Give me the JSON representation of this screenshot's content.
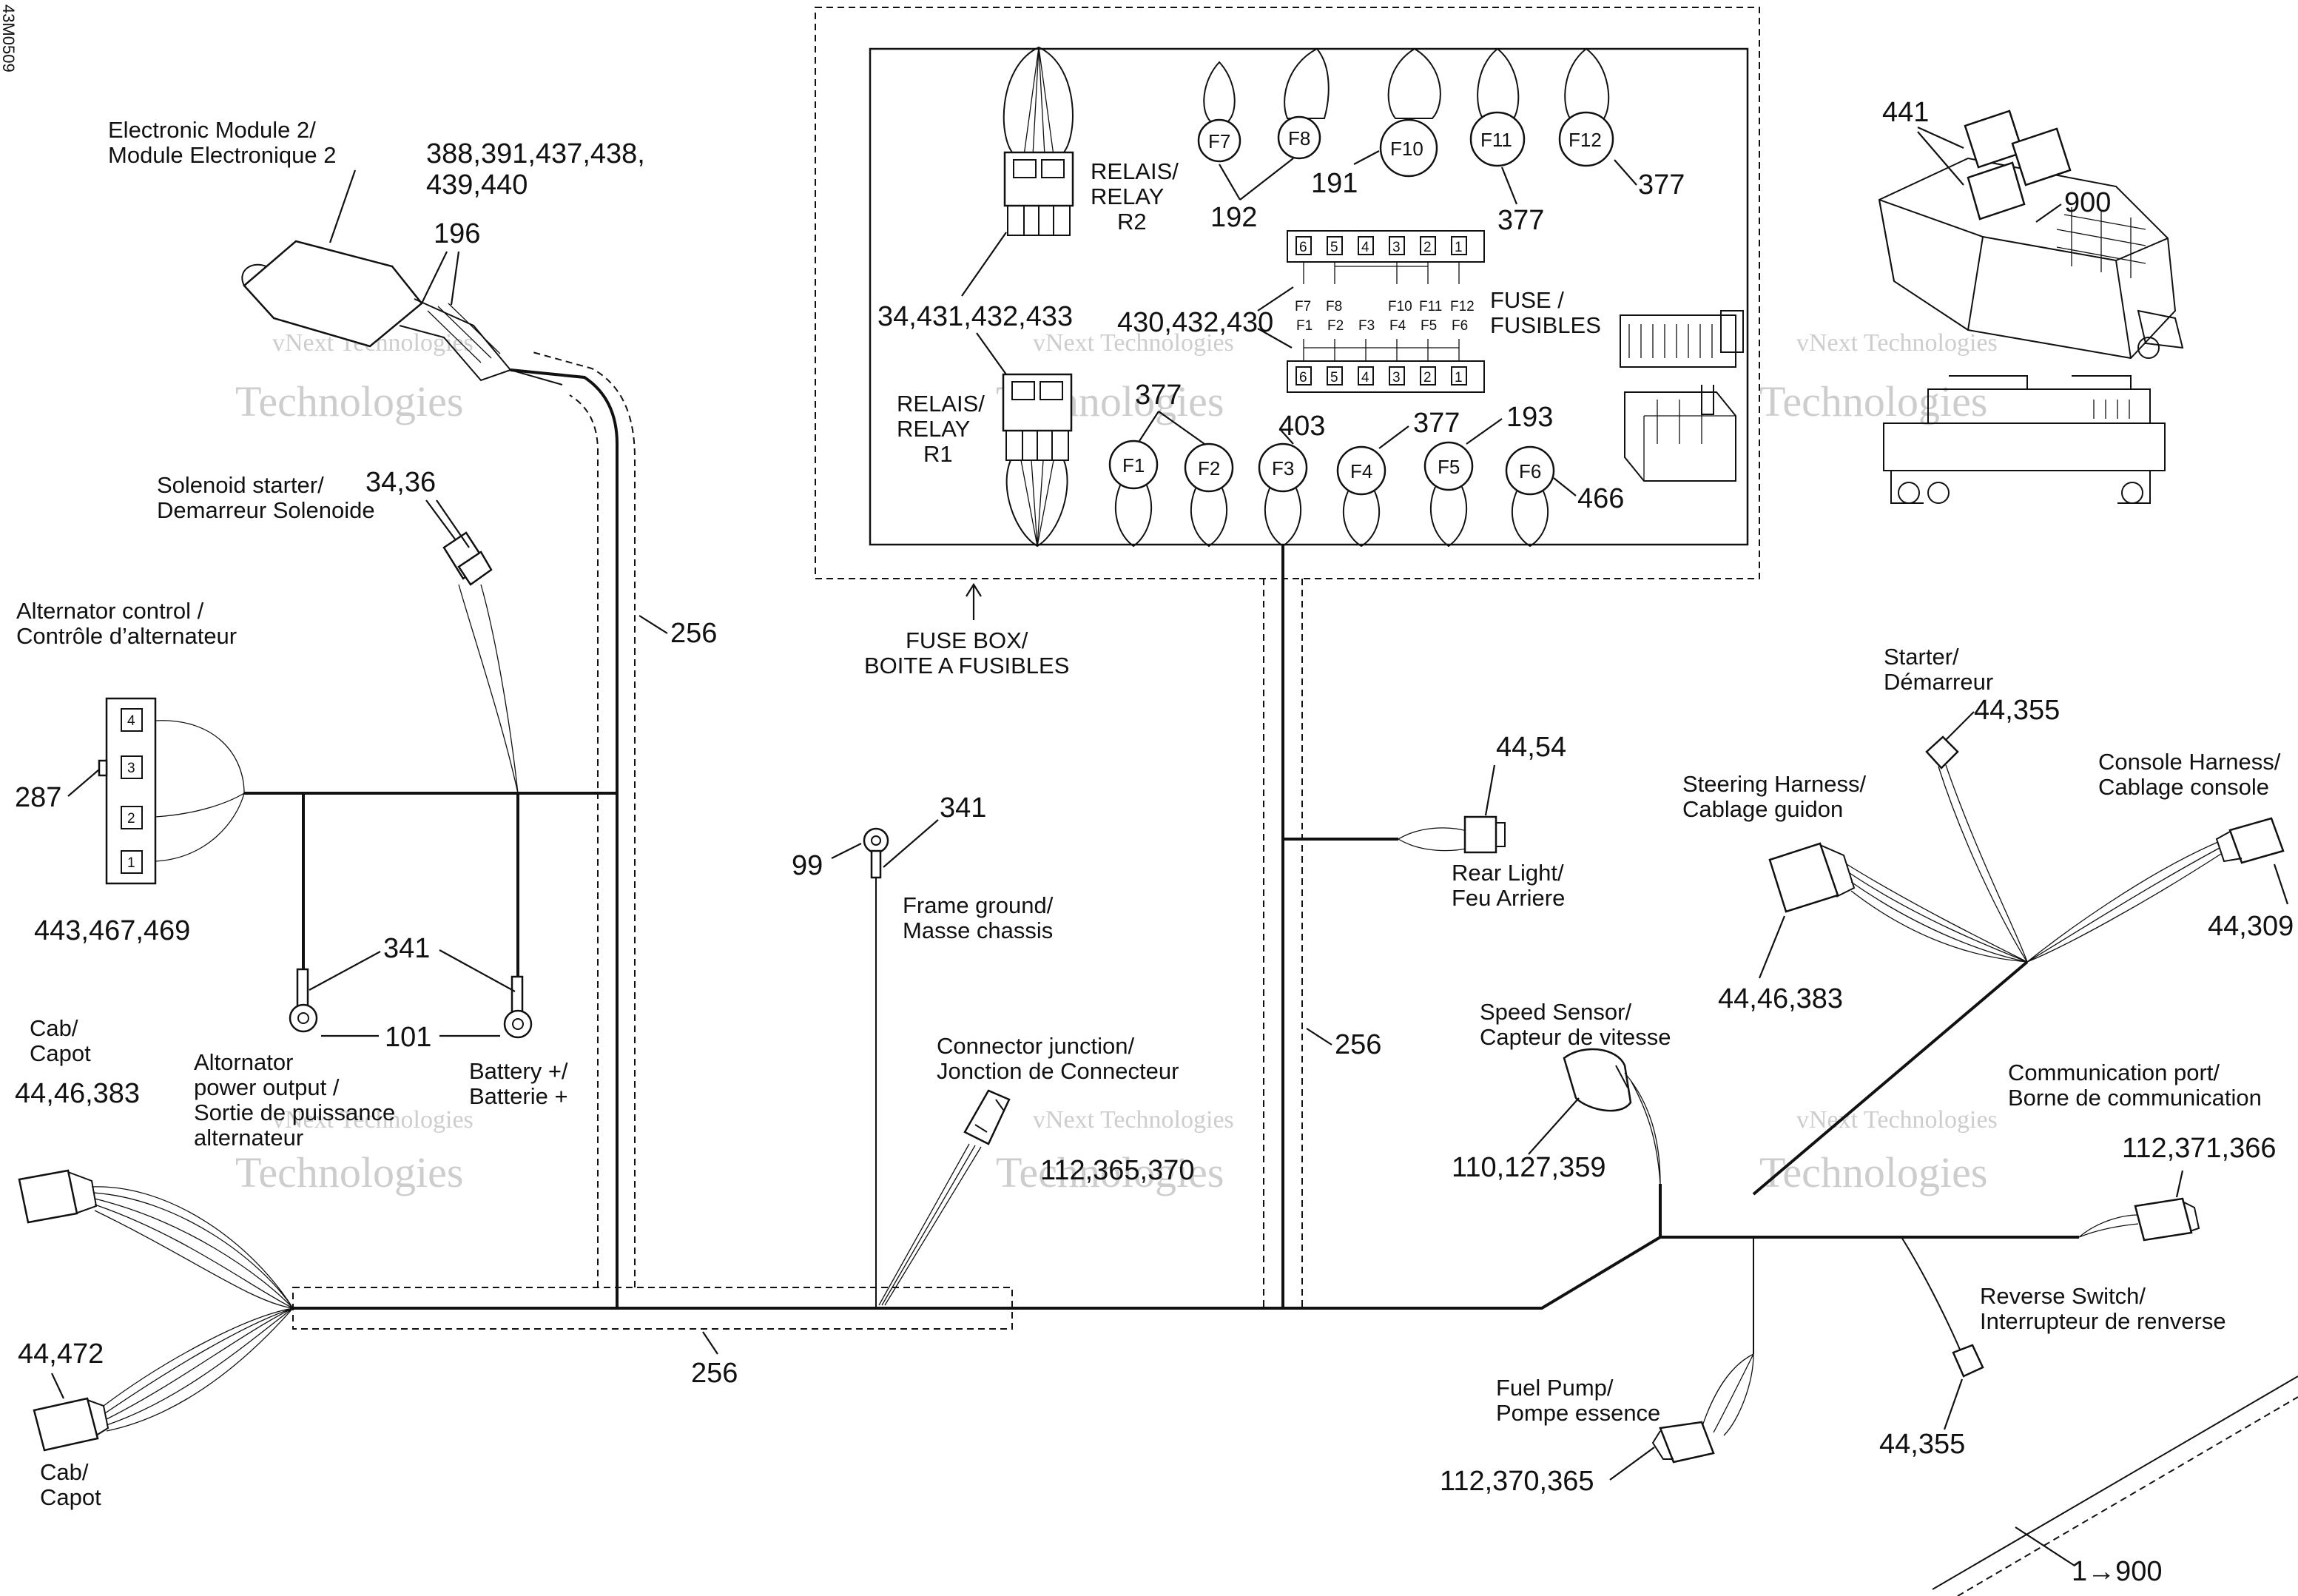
{
  "figure_code": "43M0509",
  "watermark": {
    "line1": "vNext Technologies",
    "line2": "Technologies"
  },
  "fuse_box": {
    "title_en": "FUSE BOX/",
    "title_fr": "BOITE A FUSIBLES",
    "relay_r2": {
      "fr": "RELAIS/",
      "en": "RELAY",
      "id": "R2"
    },
    "relay_r1": {
      "fr": "RELAIS/",
      "en": "RELAY",
      "id": "R1"
    },
    "fuse_label": {
      "en": "FUSE /",
      "fr": "FUSIBLES"
    },
    "top_fuses": [
      "F7",
      "F8",
      "F10",
      "F11",
      "F12"
    ],
    "bottom_fuses": [
      "F1",
      "F2",
      "F3",
      "F4",
      "F5",
      "F6"
    ],
    "map_top_digits": [
      "6",
      "5",
      "4",
      "3",
      "2",
      "1"
    ],
    "map_mid_top": [
      "F7",
      "F8",
      "",
      "F10",
      "F11",
      "F12"
    ],
    "map_mid_bottom": [
      "F1",
      "F2",
      "F3",
      "F4",
      "F5",
      "F6"
    ],
    "map_bottom_digits": [
      "6",
      "5",
      "4",
      "3",
      "2",
      "1"
    ],
    "refs": {
      "r192": "192",
      "r191": "191",
      "r377a": "377",
      "r377b": "377",
      "relays": "34,431,432,433",
      "fusemap": "430,432,430",
      "r377c": "377",
      "r403": "403",
      "r377d": "377",
      "r193": "193",
      "r466": "466"
    }
  },
  "components": {
    "em2": {
      "en": "Electronic Module 2/",
      "fr": "Module Electronique 2",
      "ref1": "388,391,437,438,",
      "ref2": "439,440",
      "ref_boot": "196"
    },
    "solenoid": {
      "en": "Solenoid starter/",
      "fr": "Demarreur Solenoide",
      "ref": "34,36"
    },
    "alt_control": {
      "en": "Alternator control /",
      "fr": "Contrôle d’alternateur",
      "pins": [
        "4",
        "3",
        "2",
        "1"
      ],
      "ref_side": "287",
      "ref_bottom": "443,467,469"
    },
    "ring_terminals": {
      "ref": "341",
      "ref_between": "101"
    },
    "alt_output": {
      "l1": "Altornator",
      "l2": "power output /",
      "l3": "Sortie de puissance",
      "l4": "alternateur"
    },
    "battery": {
      "l1": "Battery +/",
      "l2": "Batterie +"
    },
    "cab1": {
      "l1": "Cab/",
      "l2": "Capot",
      "ref": "44,46,383"
    },
    "cab2": {
      "l1": "Cab/",
      "l2": "Capot",
      "ref": "44,472"
    },
    "frame_ground": {
      "en": "Frame ground/",
      "fr": "Masse chassis",
      "ref_lug": "99",
      "ref_wire": "341"
    },
    "connector_junction": {
      "en": "Connector junction/",
      "fr": "Jonction de Connecteur",
      "ref": "112,365,370"
    },
    "rear_light": {
      "en": "Rear Light/",
      "fr": "Feu Arriere",
      "ref": "44,54"
    },
    "speed_sensor": {
      "en": "Speed Sensor/",
      "fr": "Capteur de vitesse",
      "ref": "110,127,359"
    },
    "starter": {
      "en": "Starter/",
      "fr": "Démarreur",
      "ref": "44,355"
    },
    "steering": {
      "en": "Steering Harness/",
      "fr": "Cablage guidon",
      "ref": "44,46,383"
    },
    "console": {
      "en": "Console Harness/",
      "fr": "Cablage console",
      "ref": "44,309"
    },
    "comm_port": {
      "en": "Communication port/",
      "fr": "Borne de communication",
      "ref": "112,371,366"
    },
    "reverse": {
      "en": "Reverse Switch/",
      "fr": "Interrupteur de renverse",
      "ref": "44,355"
    },
    "fuel_pump": {
      "en": "Fuel Pump/",
      "fr": "Pompe essence",
      "ref": "112,370,365"
    },
    "relay_box": {
      "ref_relays": "441",
      "ref_box": "900"
    },
    "harness_refs": {
      "vertical_left": "256",
      "vertical_right": "256",
      "horizontal": "256"
    },
    "bottom_ref": "1→900"
  }
}
